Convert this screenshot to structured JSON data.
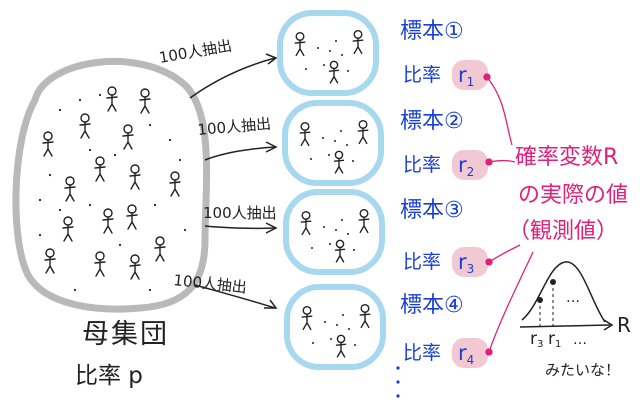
{
  "population": {
    "title": "母集団",
    "ratio_label": "比率 p"
  },
  "sampling_label": "100人抽出",
  "samples": [
    {
      "label": "標本①",
      "ratio_prefix": "比率",
      "ratio_symbol": "r",
      "ratio_index": "1"
    },
    {
      "label": "標本②",
      "ratio_prefix": "比率",
      "ratio_symbol": "r",
      "ratio_index": "2"
    },
    {
      "label": "標本③",
      "ratio_prefix": "比率",
      "ratio_symbol": "r",
      "ratio_index": "3"
    },
    {
      "label": "標本④",
      "ratio_prefix": "比率",
      "ratio_symbol": "r",
      "ratio_index": "4"
    }
  ],
  "annotation": {
    "line1": "確率変数R",
    "line2": "の実際の値",
    "line3": "（観測値）"
  },
  "distribution_sketch": {
    "axis_label": "R",
    "tick1_symbol": "r",
    "tick1_index": "3",
    "tick2_symbol": "r",
    "tick2_index": "1",
    "dots": "…",
    "caption": "みたいな！"
  },
  "colors": {
    "population_outline": "#b9b9b9",
    "sample_outline": "#a7d8f0",
    "label_text": "#1a3fd6",
    "ratio_badge": "#f2c8d2",
    "annotation_text": "#e0207a",
    "ink": "#222222"
  }
}
